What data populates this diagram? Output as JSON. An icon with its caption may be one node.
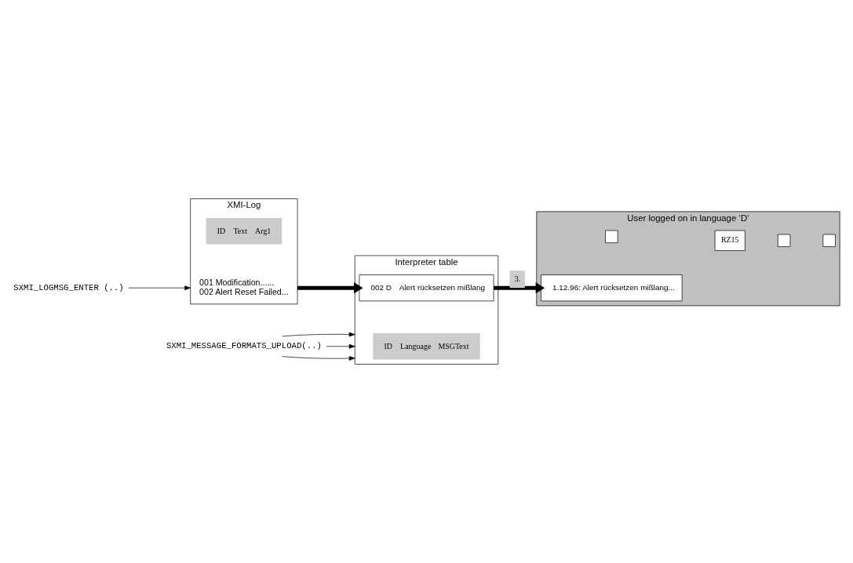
{
  "diagram": {
    "nodes": [
      {
        "text": [
          "SXMI_LOGMSG_ENTER (..)"
        ]
      },
      {
        "text": [
          "XMI-Log",
          "001 Modification......",
          "002 Alert Reset Failed..."
        ]
      },
      {
        "text": [
          "ID",
          "Text",
          "Arg1"
        ],
        "in": 1
      },
      {
        "text": [
          "Interpreter table"
        ]
      },
      {
        "text": [
          "ID",
          "Language",
          "MSGText"
        ],
        "in": 3
      },
      {
        "text": [
          "002 D",
          "Alert rücksetzen mißlang"
        ],
        "in": 3
      },
      {
        "text": [
          "SXMI_MESSAGE_FORMATS_UPLOAD(..)"
        ]
      },
      {
        "text": [
          "User logged on in language ‘D’"
        ]
      },
      {
        "text": [],
        "shape": "box",
        "in": 7
      },
      {
        "text": [
          "RZ15"
        ],
        "in": 7
      },
      {
        "text": [],
        "shape": "box",
        "in": 7
      },
      {
        "text": [],
        "shape": "box",
        "in": 7
      },
      {
        "text": [
          "1.12.96: Alert rücksetzen mißlang..."
        ],
        "in": 7
      }
    ],
    "edges": [
      {
        "from": 0,
        "to": 1,
        "arrow": "to"
      },
      {
        "from": 1,
        "to": 5,
        "arrow": "to",
        "style": "thick"
      },
      {
        "from": 5,
        "to": 12,
        "arrow": "to",
        "style": "thick",
        "label": "3."
      },
      {
        "from": 6,
        "to": 3,
        "arrow": "to"
      },
      {
        "from": 6,
        "to": 3,
        "arrow": "to"
      },
      {
        "from": 6,
        "to": 3,
        "arrow": "to"
      }
    ]
  }
}
